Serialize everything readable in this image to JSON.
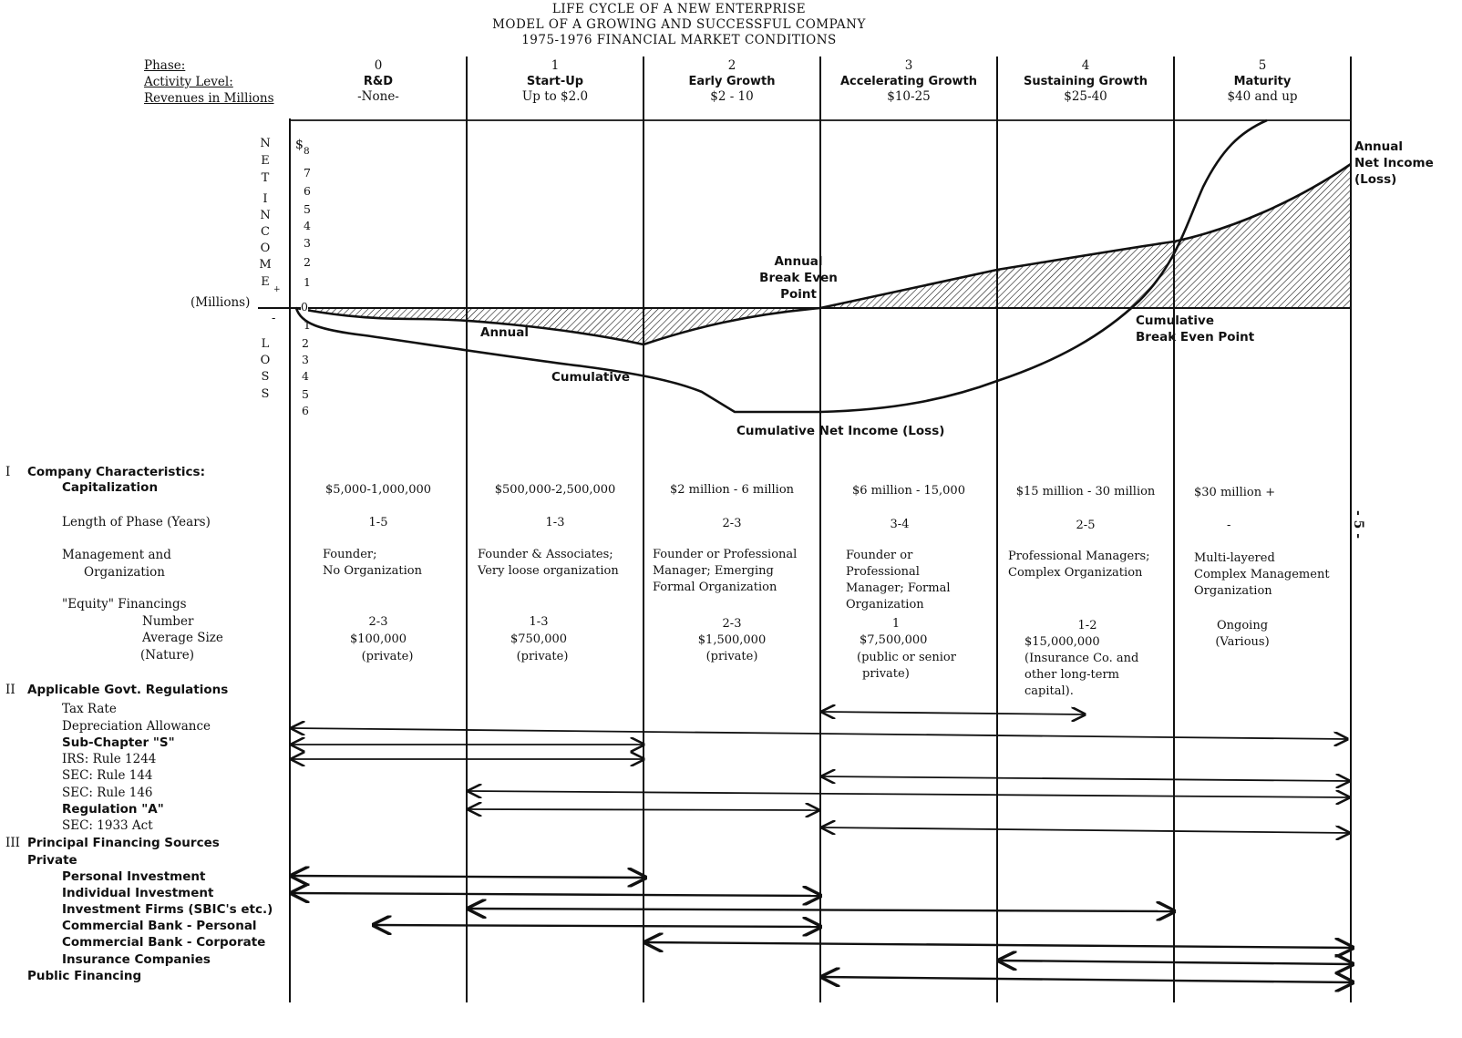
{
  "title": {
    "line1": "LIFE CYCLE OF A NEW ENTERPRISE",
    "line2": "MODEL OF A GROWING AND SUCCESSFUL COMPANY",
    "line3": "1975-1976 FINANCIAL MARKET CONDITIONS"
  },
  "row_headers": {
    "phase": "Phase:",
    "activity": "Activity Level:",
    "revenues": "Revenues in Millions"
  },
  "phases": [
    {
      "num": "0",
      "name": "R&D",
      "revenue": "-None-"
    },
    {
      "num": "1",
      "name": "Start-Up",
      "revenue": "Up to $2.0"
    },
    {
      "num": "2",
      "name": "Early Growth",
      "revenue": "$2 - 10"
    },
    {
      "num": "3",
      "name": "Accelerating Growth",
      "revenue": "$10-25"
    },
    {
      "num": "4",
      "name": "Sustaining Growth",
      "revenue": "$25-40"
    },
    {
      "num": "5",
      "name": "Maturity",
      "revenue": "$40 and up"
    }
  ],
  "chart": {
    "net_income_letters": [
      "N",
      "E",
      "T",
      "I",
      "N",
      "C",
      "O",
      "M",
      "E"
    ],
    "loss_letters": [
      "L",
      "O",
      "S",
      "S"
    ],
    "millions_label": "(Millions)",
    "plus": "+",
    "minus": "-",
    "dollar": "$",
    "positive_ticks": [
      "8",
      "7",
      "6",
      "5",
      "4",
      "3",
      "2",
      "1"
    ],
    "zero": "0",
    "negative_ticks": [
      "1",
      "2",
      "3",
      "4",
      "5",
      "6"
    ],
    "annotations": {
      "annual": "Annual",
      "cumulative": "Cumulative",
      "annual_break_even_1": "Annual",
      "annual_break_even_2": "Break Even",
      "annual_break_even_3": "Point",
      "annual_net_income_1": "Annual",
      "annual_net_income_2": "Net Income",
      "annual_net_income_3": "(Loss)",
      "cumulative_break_even_1": "Cumulative",
      "cumulative_break_even_2": "Break Even Point",
      "cumulative_net_income": "Cumulative Net Income (Loss)"
    }
  },
  "sections": {
    "company_characteristics": {
      "roman": "I",
      "label": "Company Characteristics:",
      "capitalization_label": "Capitalization",
      "length_label": "Length of Phase (Years)",
      "management_label_1": "Management and",
      "management_label_2": "Organization",
      "equity_label": "\"Equity\" Financings",
      "number_label": "Number",
      "avg_size_label": "Average Size",
      "nature_label": "(Nature)"
    },
    "govt_regulations": {
      "roman": "II",
      "label": "Applicable Govt. Regulations",
      "items": [
        "Tax Rate",
        "Depreciation Allowance",
        "Sub-Chapter \"S\"",
        "IRS: Rule 1244",
        "SEC: Rule 144",
        "SEC: Rule 146",
        "Regulation \"A\"",
        "SEC: 1933 Act"
      ]
    },
    "financing_sources": {
      "roman": "III",
      "label": "Principal Financing Sources",
      "private_label": "Private",
      "items": [
        "Personal Investment",
        "Individual Investment",
        "Investment Firms (SBIC's etc.)",
        "Commercial Bank - Personal",
        "Commercial Bank - Corporate",
        "Insurance Companies"
      ],
      "public_label": "Public Financing"
    }
  },
  "characteristics": {
    "capitalization": [
      "$5,000-1,000,000",
      "$500,000-2,500,000",
      "$2 million - 6 million",
      "$6 million - 15,000",
      "$15 million - 30 million",
      "$30 million +"
    ],
    "length": [
      "1-5",
      "1-3",
      "2-3",
      "3-4",
      "2-5",
      "-"
    ],
    "management": [
      [
        "Founder;",
        "No Organization"
      ],
      [
        "Founder & Associates;",
        "Very loose organization"
      ],
      [
        "Founder or Professional",
        "Manager; Emerging",
        "Formal Organization"
      ],
      [
        "Founder or",
        "Professional",
        "Manager; Formal",
        "Organization"
      ],
      [
        "Professional Managers;",
        "Complex Organization"
      ],
      [
        "Multi-layered",
        "Complex Management",
        "Organization"
      ]
    ],
    "equity_number": [
      "2-3",
      "1-3",
      "2-3",
      "1",
      "1-2",
      "Ongoing"
    ],
    "equity_size": [
      "$100,000",
      "$750,000",
      "$1,500,000",
      "$7,500,000",
      "$15,000,000",
      ""
    ],
    "equity_nature": [
      [
        "(private)"
      ],
      [
        "(private)"
      ],
      [
        "(private)"
      ],
      [
        "(public or senior",
        "private)"
      ],
      [
        "(Insurance Co. and",
        "other long-term",
        "capital)."
      ],
      [
        "(Various)"
      ]
    ]
  },
  "page_number": "- 5 -"
}
